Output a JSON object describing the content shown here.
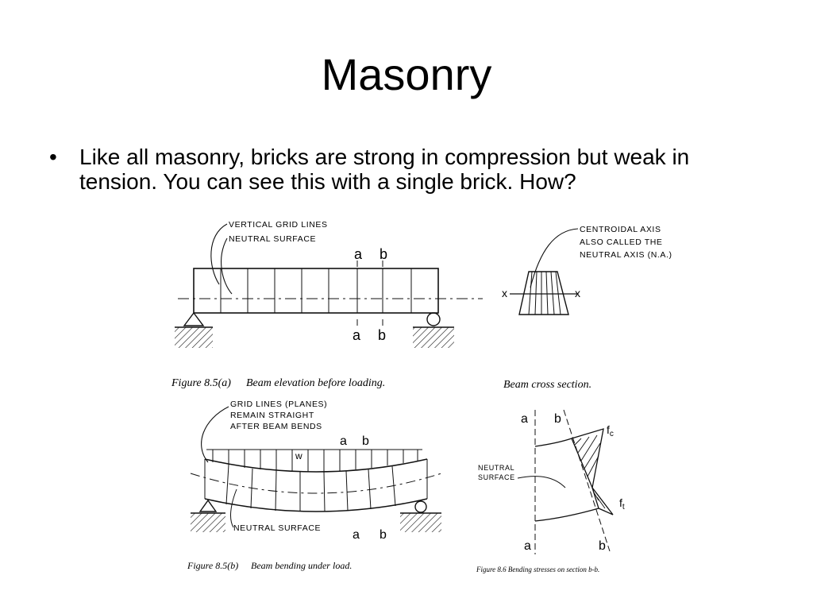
{
  "slide": {
    "title": "Masonry",
    "bullet": "Like all masonry, bricks are strong in compression but weak in tension.  You can see this with a single brick. How?"
  },
  "figure_a": {
    "note1": "VERTICAL GRID LINES",
    "note2": "NEUTRAL SURFACE",
    "a_top": "a",
    "b_top": "b",
    "a_bot": "a",
    "b_bot": "b",
    "caption_num": "Figure 8.5(a)",
    "caption_text": "Beam elevation before loading."
  },
  "cross_section": {
    "note1": "CENTROIDAL AXIS",
    "note2": "ALSO CALLED THE",
    "note3": "NEUTRAL AXIS (N.A.)",
    "x_left": "x",
    "x_right": "x",
    "caption": "Beam cross section."
  },
  "figure_b": {
    "note1": "GRID LINES (PLANES)",
    "note2": "REMAIN STRAIGHT",
    "note3": "AFTER BEAM BENDS",
    "a_top": "a",
    "b_top": "b",
    "w": "w",
    "neutral": "NEUTRAL SURFACE",
    "a_bot": "a",
    "b_bot": "b",
    "caption_num": "Figure 8.5(b)",
    "caption_text": "Beam bending under load."
  },
  "figure_c": {
    "a_top": "a",
    "b_top": "b",
    "fc": "f",
    "fc_sub": "c",
    "ft": "f",
    "ft_sub": "t",
    "neutral1": "NEUTRAL",
    "neutral2": "SURFACE",
    "a_bot": "a",
    "b_bot": "b",
    "caption": "Figure 8.6    Bending stresses on section b-b."
  }
}
